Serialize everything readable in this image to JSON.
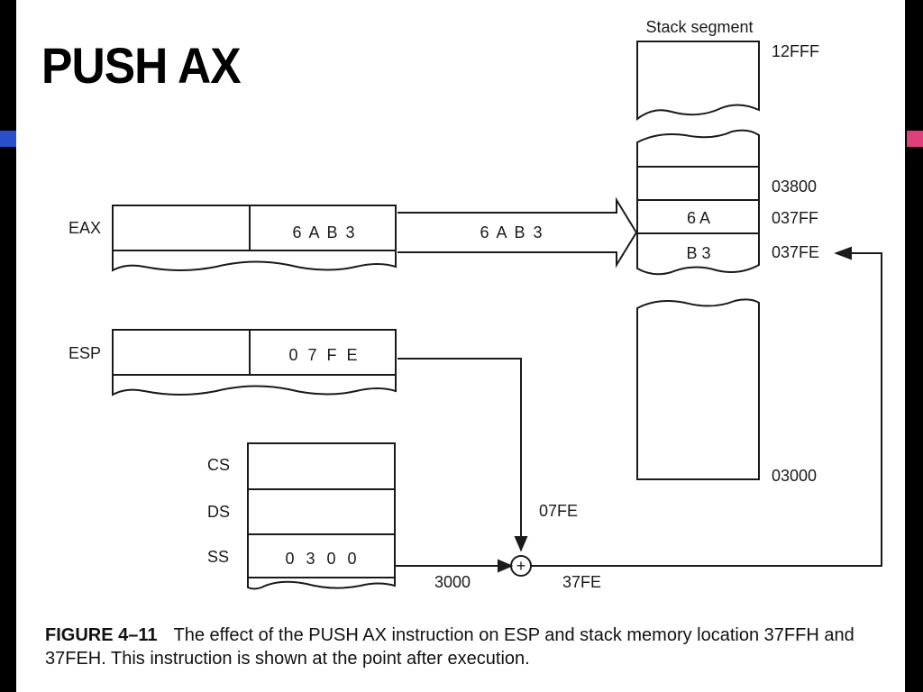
{
  "slide": {
    "title": "PUSH AX"
  },
  "figure": {
    "stack_segment_label": "Stack segment",
    "stack_addresses": {
      "top": "12FFF",
      "a03800": "03800",
      "a037ff": "037FF",
      "a037fe": "037FE",
      "bottom": "03000"
    },
    "stack_cells": {
      "high_byte": "6 A",
      "low_byte": "B 3"
    },
    "registers": {
      "eax": {
        "name": "EAX",
        "low_word": "6 A B 3"
      },
      "esp": {
        "name": "ESP",
        "low_word": "0 7 F E"
      },
      "cs": {
        "name": "CS",
        "value": ""
      },
      "ds": {
        "name": "DS",
        "value": ""
      },
      "ss": {
        "name": "SS",
        "value": "0 3 0 0"
      }
    },
    "transfer_value": "6 A B 3",
    "labels": {
      "esp_offset": "07FE",
      "ss_base": "3000",
      "sum": "37FE"
    },
    "adder_symbol": "+"
  },
  "caption": {
    "label": "FIGURE 4–11",
    "text": "The effect of the PUSH AX instruction on ESP and stack memory location 37FFH and 37FEH. This instruction is shown at the point after execution."
  },
  "colors": {
    "ink": "#1a1a1a",
    "accent_blue": "#2a4fc9",
    "accent_pink": "#e0407a"
  }
}
